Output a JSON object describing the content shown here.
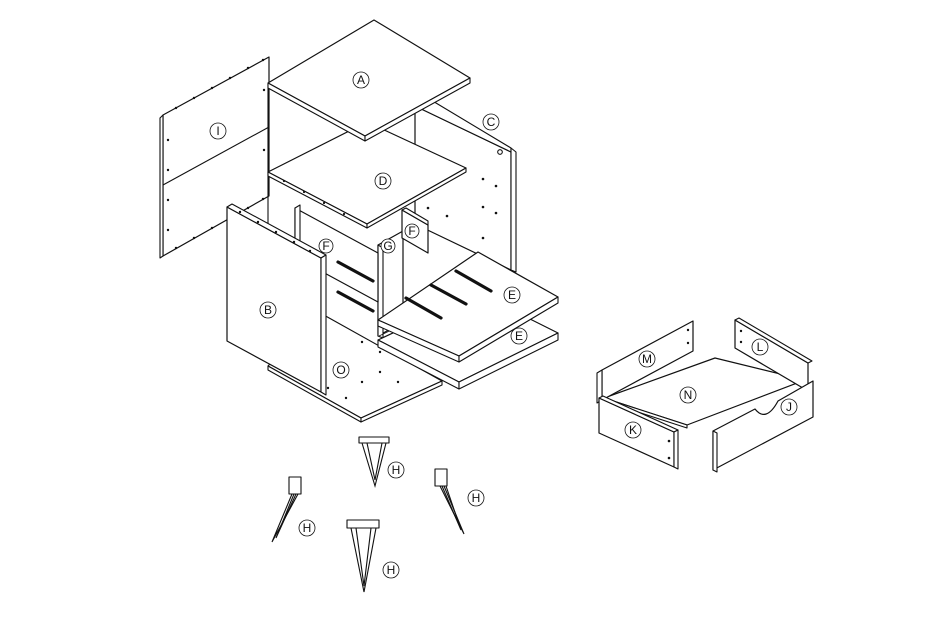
{
  "part_labels": {
    "A": "A",
    "B": "B",
    "C": "C",
    "D": "D",
    "E": "E",
    "F": "F",
    "G": "G",
    "H": "H",
    "I": "I",
    "J": "J",
    "K": "K",
    "L": "L",
    "M": "M",
    "N": "N",
    "O": "O"
  }
}
